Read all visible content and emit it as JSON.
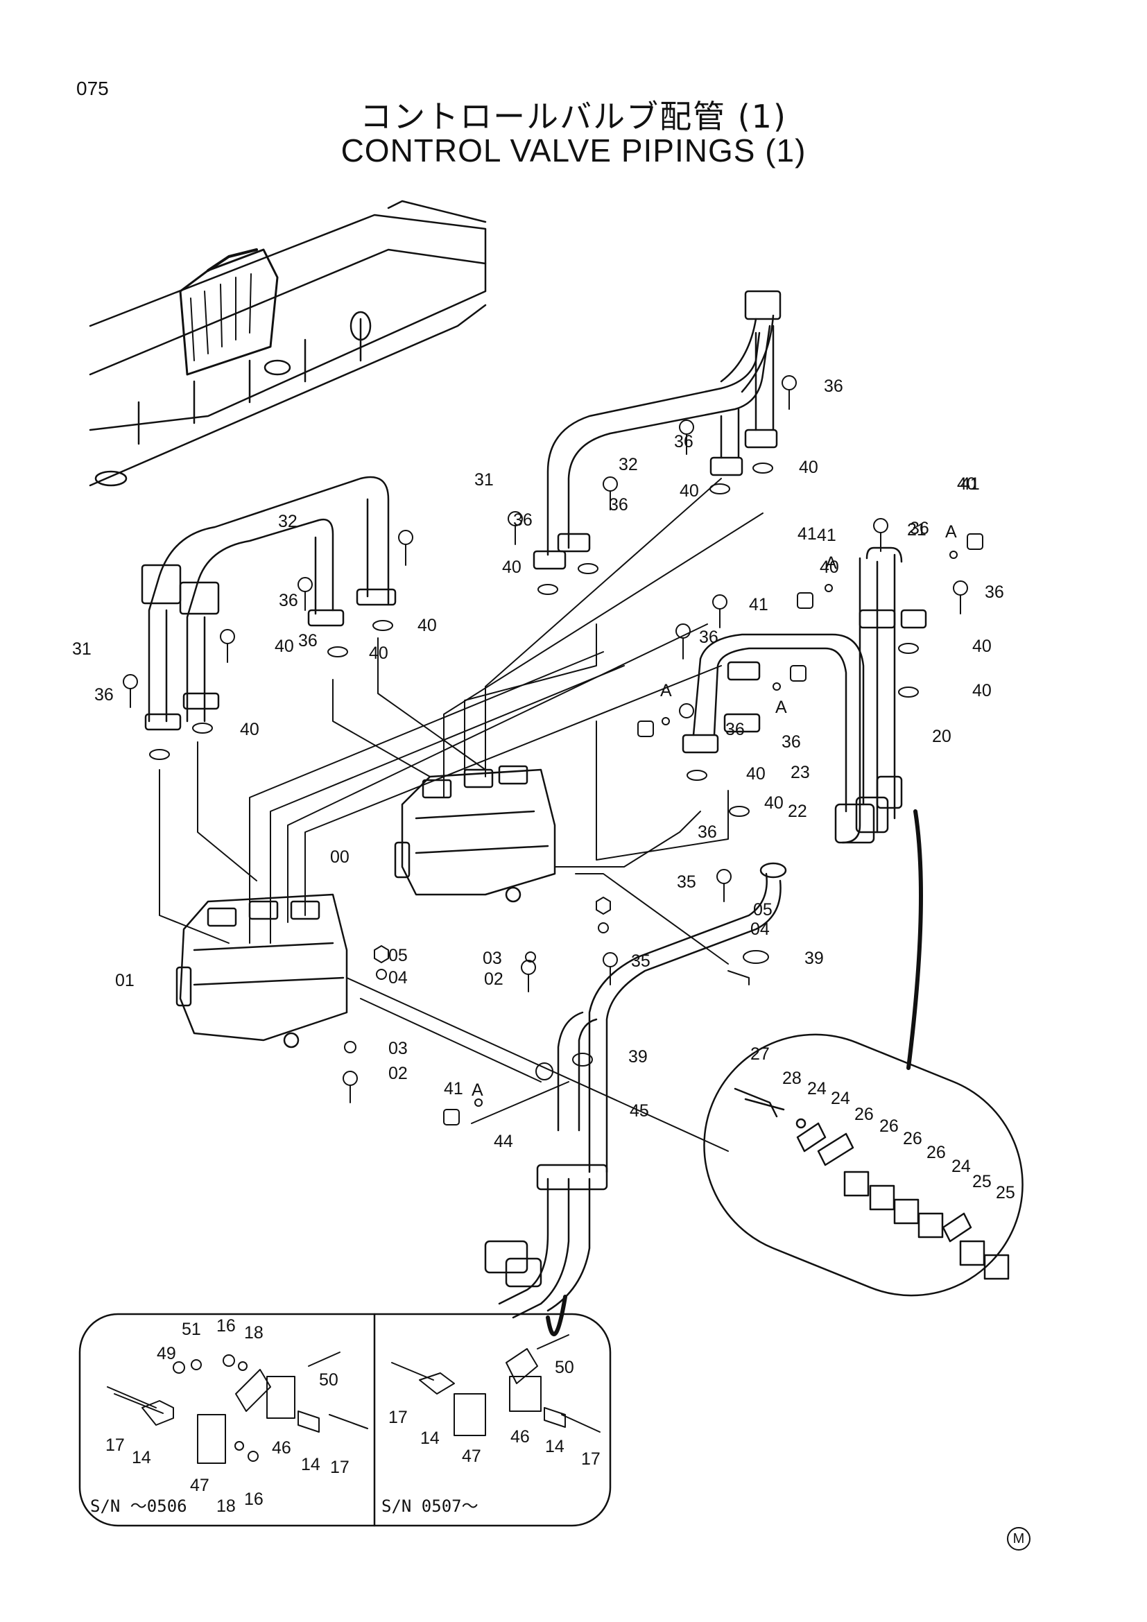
{
  "page_number": "075",
  "title_jp": "コントロールバルブ配管 (1)",
  "title_en": "CONTROL VALVE PIPINGS (1)",
  "mark": "M",
  "inset_left_label": "S/N ～0506",
  "inset_right_label": "S/N 0507～",
  "callouts": [
    {
      "label": "31"
    },
    {
      "label": "32"
    },
    {
      "label": "36"
    },
    {
      "label": "36"
    },
    {
      "label": "40"
    },
    {
      "label": "40"
    },
    {
      "label": "36"
    },
    {
      "label": "40"
    },
    {
      "label": "36"
    },
    {
      "label": "31"
    },
    {
      "label": "32"
    },
    {
      "label": "36"
    },
    {
      "label": "36"
    },
    {
      "label": "40"
    },
    {
      "label": "36"
    },
    {
      "label": "40"
    },
    {
      "label": "40"
    },
    {
      "label": "40"
    },
    {
      "label": "36"
    },
    {
      "label": "40"
    },
    {
      "label": "36"
    },
    {
      "label": "40"
    },
    {
      "label": "21"
    },
    {
      "label": "41"
    },
    {
      "label": "36"
    },
    {
      "label": "41"
    },
    {
      "label": "36"
    },
    {
      "label": "36"
    },
    {
      "label": "36"
    },
    {
      "label": "41"
    },
    {
      "label": "41"
    },
    {
      "label": "40"
    },
    {
      "label": "40"
    },
    {
      "label": "20"
    },
    {
      "label": "40"
    },
    {
      "label": "40"
    },
    {
      "label": "23"
    },
    {
      "label": "22"
    },
    {
      "label": "00"
    },
    {
      "label": "35"
    },
    {
      "label": "05"
    },
    {
      "label": "04"
    },
    {
      "label": "03"
    },
    {
      "label": "35"
    },
    {
      "label": "39"
    },
    {
      "label": "02"
    },
    {
      "label": "01"
    },
    {
      "label": "05"
    },
    {
      "label": "04"
    },
    {
      "label": "03"
    },
    {
      "label": "02"
    },
    {
      "label": "41"
    },
    {
      "label": "39"
    },
    {
      "label": "45"
    },
    {
      "label": "44"
    },
    {
      "label": "27"
    },
    {
      "label": "28"
    },
    {
      "label": "24"
    },
    {
      "label": "24"
    },
    {
      "label": "26"
    },
    {
      "label": "26"
    },
    {
      "label": "26"
    },
    {
      "label": "26"
    },
    {
      "label": "24"
    },
    {
      "label": "25"
    },
    {
      "label": "25"
    },
    {
      "label": "49"
    },
    {
      "label": "51"
    },
    {
      "label": "16"
    },
    {
      "label": "18"
    },
    {
      "label": "50"
    },
    {
      "label": "17"
    },
    {
      "label": "14"
    },
    {
      "label": "47"
    },
    {
      "label": "18"
    },
    {
      "label": "16"
    },
    {
      "label": "46"
    },
    {
      "label": "14"
    },
    {
      "label": "17"
    },
    {
      "label": "50"
    },
    {
      "label": "17"
    },
    {
      "label": "14"
    },
    {
      "label": "47"
    },
    {
      "label": "46"
    },
    {
      "label": "14"
    },
    {
      "label": "17"
    },
    {
      "label": "A"
    },
    {
      "label": "A"
    },
    {
      "label": "A"
    },
    {
      "label": "A"
    },
    {
      "label": "A"
    }
  ]
}
